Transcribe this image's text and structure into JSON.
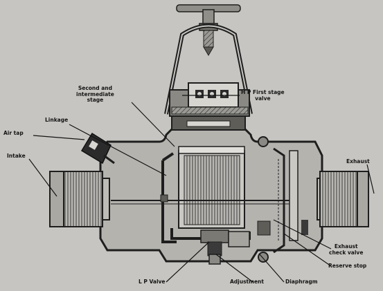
{
  "labels": {
    "hp_valve_line1": "H P First stage",
    "hp_valve_line2": "valve",
    "second_stage_line1": "Second and",
    "second_stage_line2": "intermediate",
    "second_stage_line3": "stage",
    "linkage": "Linkage",
    "air_tap": "Air tap",
    "intake": "Intake",
    "exhaust": "Exhaust",
    "exhaust_check_line1": "Exhaust",
    "exhaust_check_line2": "check valve",
    "reserve_stop": "Reserve stop",
    "lp_valve": "L P Valve",
    "adjustment": "Adjustment",
    "diaphragm": "Diaphragm"
  },
  "colors": {
    "background": "#c6c5c1",
    "body_fill": "#b4b3ae",
    "stroke": "#1e1e1e",
    "dark": "#2a2a2a",
    "light": "#dcdbd6"
  }
}
